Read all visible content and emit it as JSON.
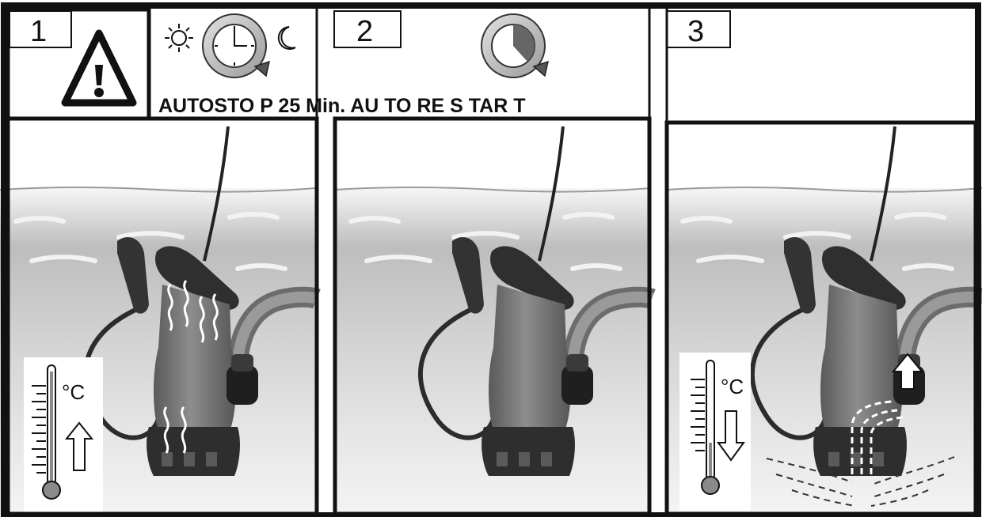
{
  "panels": [
    {
      "number": "1",
      "unit": "°C"
    },
    {
      "number": "2"
    },
    {
      "number": "3",
      "unit": "°C"
    }
  ],
  "caption": "AUTOSTO P 25 Min. AU TO RE S TAR T",
  "icons": {
    "warning": "warning-triangle-icon",
    "sun": "sun-icon",
    "moon": "moon-icon",
    "clock": "clock-icon",
    "timer": "timer-cycle-icon",
    "thermometer": "thermometer-icon"
  },
  "colors": {
    "frame": "#111111",
    "water": "#dcdcdc",
    "pump_body": "#7c7c7c",
    "pump_dark": "#3e3e3e",
    "mercury": "#8a8a8a"
  }
}
